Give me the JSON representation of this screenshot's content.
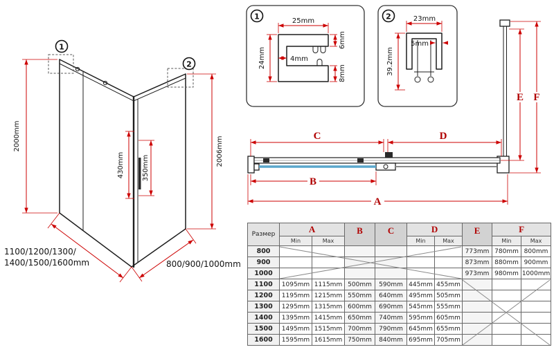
{
  "colors": {
    "dimension": "#cc0000",
    "letter": "#b00000",
    "outline": "#1d1d1d",
    "glass": "#5aa7cc"
  },
  "main_view": {
    "callout_1": "1",
    "callout_2": "2",
    "dim_left_height": "2000mm",
    "dim_right_height": "2006mm",
    "dim_handle_upper": "430mm",
    "dim_handle_lower": "350mm",
    "width_label_line1": "1100/1200/1300/",
    "width_label_line2": "1400/1500/1600mm",
    "depth_label": "800/900/1000mm"
  },
  "detail_1": {
    "callout": "1",
    "dim_width": "25mm",
    "dim_height": "24mm",
    "dim_top_lip": "6mm",
    "dim_web": "4mm",
    "dim_bottom_lip": "8mm"
  },
  "detail_2": {
    "callout": "2",
    "dim_width": "23mm",
    "dim_wall": "5mm",
    "dim_height": "39.2mm"
  },
  "section_view": {
    "label_a": "A",
    "label_b": "B",
    "label_c": "C",
    "label_d": "D",
    "label_e": "E",
    "label_f": "F"
  },
  "table": {
    "size_header": "Размер",
    "columns": {
      "a": "A",
      "b": "B",
      "c": "C",
      "d": "D",
      "e": "E",
      "f": "F"
    },
    "min_label": "Min",
    "max_label": "Max",
    "rows": [
      {
        "size": "800",
        "a_min": "",
        "a_max": "",
        "b": "",
        "c": "",
        "d_min": "",
        "d_max": "",
        "e": "773mm",
        "f_min": "780mm",
        "f_max": "800mm"
      },
      {
        "size": "900",
        "a_min": "",
        "a_max": "",
        "b": "",
        "c": "",
        "d_min": "",
        "d_max": "",
        "e": "873mm",
        "f_min": "880mm",
        "f_max": "900mm"
      },
      {
        "size": "1000",
        "a_min": "",
        "a_max": "",
        "b": "",
        "c": "",
        "d_min": "",
        "d_max": "",
        "e": "973mm",
        "f_min": "980mm",
        "f_max": "1000mm"
      },
      {
        "size": "1100",
        "a_min": "1095mm",
        "a_max": "1115mm",
        "b": "500mm",
        "c": "590mm",
        "d_min": "445mm",
        "d_max": "455mm",
        "e": "",
        "f_min": "",
        "f_max": ""
      },
      {
        "size": "1200",
        "a_min": "1195mm",
        "a_max": "1215mm",
        "b": "550mm",
        "c": "640mm",
        "d_min": "495mm",
        "d_max": "505mm",
        "e": "",
        "f_min": "",
        "f_max": ""
      },
      {
        "size": "1300",
        "a_min": "1295mm",
        "a_max": "1315mm",
        "b": "600mm",
        "c": "690mm",
        "d_min": "545mm",
        "d_max": "555mm",
        "e": "",
        "f_min": "",
        "f_max": ""
      },
      {
        "size": "1400",
        "a_min": "1395mm",
        "a_max": "1415mm",
        "b": "650mm",
        "c": "740mm",
        "d_min": "595mm",
        "d_max": "605mm",
        "e": "",
        "f_min": "",
        "f_max": ""
      },
      {
        "size": "1500",
        "a_min": "1495mm",
        "a_max": "1515mm",
        "b": "700mm",
        "c": "790mm",
        "d_min": "645mm",
        "d_max": "655mm",
        "e": "",
        "f_min": "",
        "f_max": ""
      },
      {
        "size": "1600",
        "a_min": "1595mm",
        "a_max": "1615mm",
        "b": "750mm",
        "c": "840mm",
        "d_min": "695mm",
        "d_max": "705mm",
        "e": "",
        "f_min": "",
        "f_max": ""
      }
    ]
  }
}
